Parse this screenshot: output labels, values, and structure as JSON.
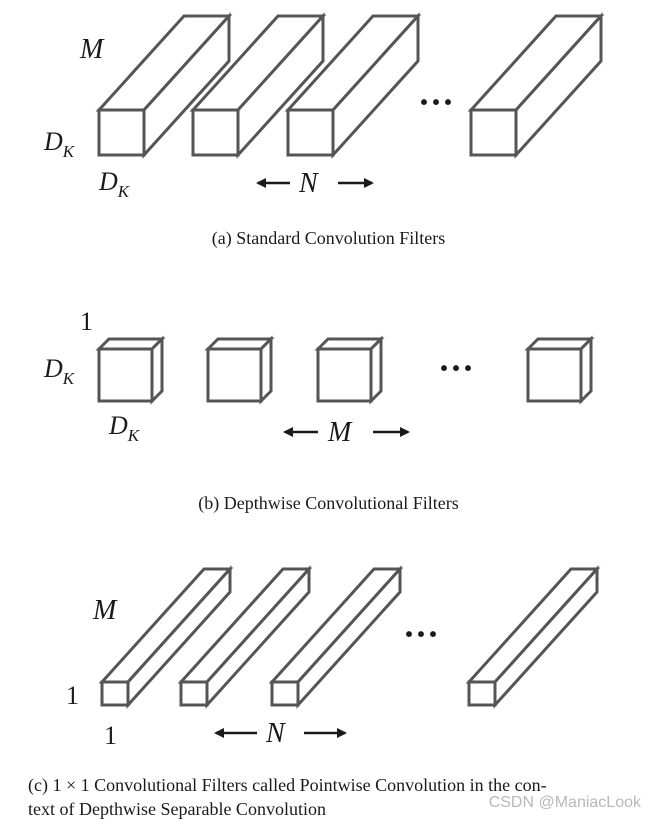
{
  "panel_a": {
    "depth_label": "M",
    "height_label_main": "D",
    "height_label_sub": "K",
    "width_label_main": "D",
    "width_label_sub": "K",
    "count_label": "N",
    "ellipsis": "···",
    "caption": "(a)  Standard Convolution Filters"
  },
  "panel_b": {
    "depth_label": "1",
    "height_label_main": "D",
    "height_label_sub": "K",
    "width_label_main": "D",
    "width_label_sub": "K",
    "count_label": "M",
    "ellipsis": "···",
    "caption": "(b)  Depthwise Convolutional Filters"
  },
  "panel_c": {
    "depth_label": "M",
    "height_label": "1",
    "width_label": "1",
    "count_label": "N",
    "ellipsis": "···",
    "caption_line1": "(c)  1 × 1 Convolutional Filters called Pointwise Convolution in the con-",
    "caption_line2": "text of Depthwise Separable Convolution"
  },
  "watermark": "CSDN @ManiacLook",
  "colors": {
    "stroke": "#555555",
    "text": "#1a1a1a",
    "watermark": "#b8b8b8"
  }
}
